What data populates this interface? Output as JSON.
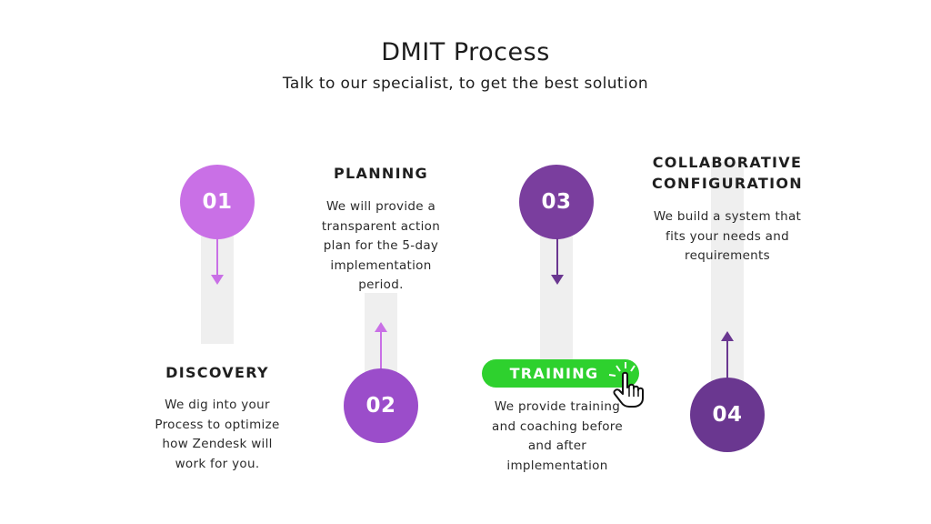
{
  "header": {
    "title": "DMIT Process",
    "subtitle": "Talk to our specialist, to get the best solution"
  },
  "colors": {
    "step1": "#c970e6",
    "step2": "#9b4dca",
    "step3": "#7a3e9e",
    "step4": "#6a3790",
    "bar": "#efefef",
    "pill": "#2ed12e"
  },
  "steps": [
    {
      "number": "01",
      "heading": "DISCOVERY",
      "description": [
        "We dig into your",
        "Process to optimize",
        "how Zendesk will",
        "work for you."
      ],
      "arrow": "down"
    },
    {
      "number": "02",
      "heading": "PLANNING",
      "description": [
        "We will provide a",
        "transparent action",
        "plan for the 5-day",
        "implementation",
        "period."
      ],
      "arrow": "up"
    },
    {
      "number": "03",
      "heading": "TRAINING",
      "description": [
        "We provide training",
        "and coaching before",
        "and after",
        "implementation"
      ],
      "arrow": "down"
    },
    {
      "number": "04",
      "heading": [
        "COLLABORATIVE",
        "CONFIGURATION"
      ],
      "description": [
        "We build a system that",
        "fits your needs and",
        "requirements"
      ],
      "arrow": "up"
    }
  ],
  "icons": {
    "cursor": "hand-pointer-click-icon"
  }
}
